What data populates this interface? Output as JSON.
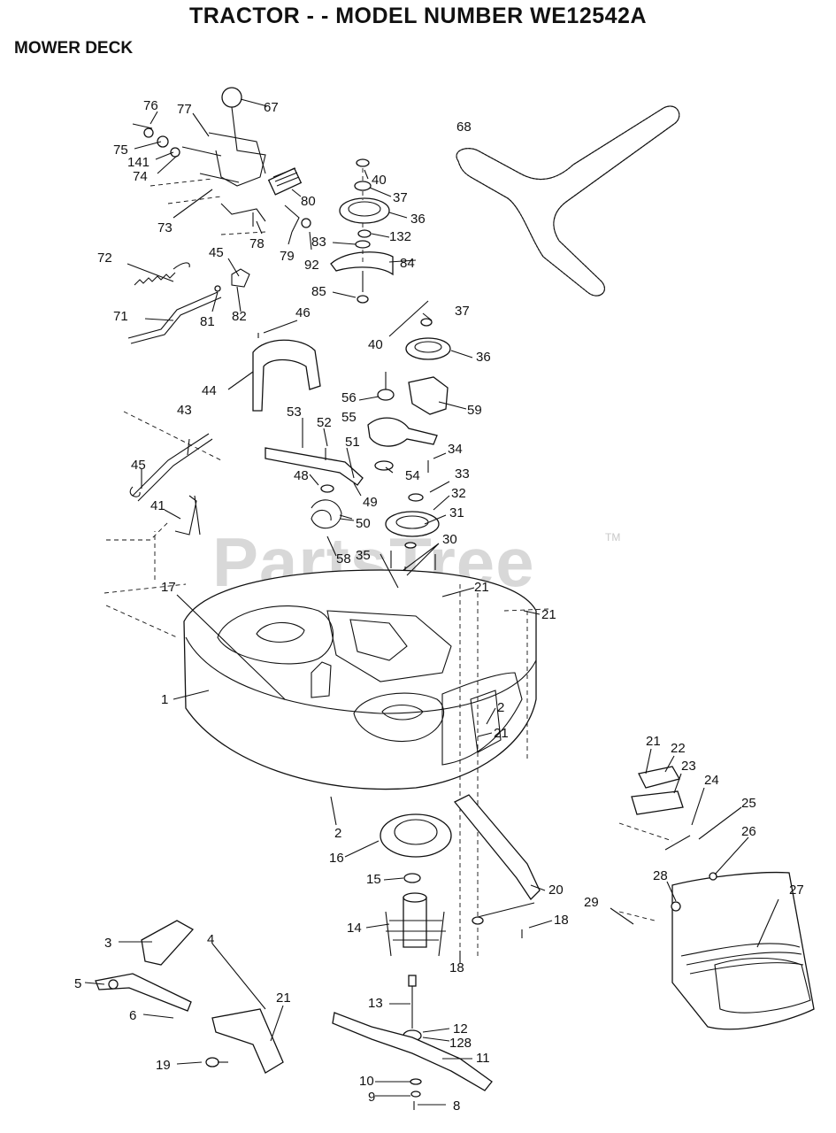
{
  "header": {
    "title": "TRACTOR - - MODEL NUMBER WE12542A",
    "section": "MOWER DECK"
  },
  "watermark": {
    "text": "PartsTree",
    "tm": "TM"
  },
  "callouts": [
    {
      "id": "1",
      "text": "1"
    },
    {
      "id": "2a",
      "text": "2"
    },
    {
      "id": "2b",
      "text": "2"
    },
    {
      "id": "3",
      "text": "3"
    },
    {
      "id": "4",
      "text": "4"
    },
    {
      "id": "5",
      "text": "5"
    },
    {
      "id": "6",
      "text": "6"
    },
    {
      "id": "8",
      "text": "8"
    },
    {
      "id": "9",
      "text": "9"
    },
    {
      "id": "10",
      "text": "10"
    },
    {
      "id": "11",
      "text": "11"
    },
    {
      "id": "12",
      "text": "12"
    },
    {
      "id": "128",
      "text": "128"
    },
    {
      "id": "13",
      "text": "13"
    },
    {
      "id": "14",
      "text": "14"
    },
    {
      "id": "15",
      "text": "15"
    },
    {
      "id": "16",
      "text": "16"
    },
    {
      "id": "17",
      "text": "17"
    },
    {
      "id": "18a",
      "text": "18"
    },
    {
      "id": "18b",
      "text": "18"
    },
    {
      "id": "19",
      "text": "19"
    },
    {
      "id": "20",
      "text": "20"
    },
    {
      "id": "21a",
      "text": "21"
    },
    {
      "id": "21b",
      "text": "21"
    },
    {
      "id": "21c",
      "text": "21"
    },
    {
      "id": "21d",
      "text": "21"
    },
    {
      "id": "21e",
      "text": "21"
    },
    {
      "id": "22",
      "text": "22"
    },
    {
      "id": "23",
      "text": "23"
    },
    {
      "id": "24",
      "text": "24"
    },
    {
      "id": "25",
      "text": "25"
    },
    {
      "id": "26",
      "text": "26"
    },
    {
      "id": "27",
      "text": "27"
    },
    {
      "id": "28",
      "text": "28"
    },
    {
      "id": "29",
      "text": "29"
    },
    {
      "id": "30",
      "text": "30"
    },
    {
      "id": "31",
      "text": "31"
    },
    {
      "id": "32",
      "text": "32"
    },
    {
      "id": "33",
      "text": "33"
    },
    {
      "id": "34",
      "text": "34"
    },
    {
      "id": "35",
      "text": "35"
    },
    {
      "id": "36a",
      "text": "36"
    },
    {
      "id": "36b",
      "text": "36"
    },
    {
      "id": "37a",
      "text": "37"
    },
    {
      "id": "37b",
      "text": "37"
    },
    {
      "id": "40a",
      "text": "40"
    },
    {
      "id": "40b",
      "text": "40"
    },
    {
      "id": "41",
      "text": "41"
    },
    {
      "id": "43",
      "text": "43"
    },
    {
      "id": "44",
      "text": "44"
    },
    {
      "id": "45a",
      "text": "45"
    },
    {
      "id": "45b",
      "text": "45"
    },
    {
      "id": "46",
      "text": "46"
    },
    {
      "id": "48",
      "text": "48"
    },
    {
      "id": "49",
      "text": "49"
    },
    {
      "id": "50",
      "text": "50"
    },
    {
      "id": "51",
      "text": "51"
    },
    {
      "id": "52",
      "text": "52"
    },
    {
      "id": "53",
      "text": "53"
    },
    {
      "id": "54",
      "text": "54"
    },
    {
      "id": "55",
      "text": "55"
    },
    {
      "id": "56",
      "text": "56"
    },
    {
      "id": "58",
      "text": "58"
    },
    {
      "id": "59",
      "text": "59"
    },
    {
      "id": "67",
      "text": "67"
    },
    {
      "id": "68",
      "text": "68"
    },
    {
      "id": "71",
      "text": "71"
    },
    {
      "id": "72",
      "text": "72"
    },
    {
      "id": "73",
      "text": "73"
    },
    {
      "id": "74",
      "text": "74"
    },
    {
      "id": "75",
      "text": "75"
    },
    {
      "id": "76",
      "text": "76"
    },
    {
      "id": "77",
      "text": "77"
    },
    {
      "id": "78",
      "text": "78"
    },
    {
      "id": "79",
      "text": "79"
    },
    {
      "id": "80",
      "text": "80"
    },
    {
      "id": "81",
      "text": "81"
    },
    {
      "id": "82",
      "text": "82"
    },
    {
      "id": "83",
      "text": "83"
    },
    {
      "id": "84",
      "text": "84"
    },
    {
      "id": "85",
      "text": "85"
    },
    {
      "id": "92",
      "text": "92"
    },
    {
      "id": "132",
      "text": "132"
    },
    {
      "id": "141",
      "text": "141"
    }
  ]
}
